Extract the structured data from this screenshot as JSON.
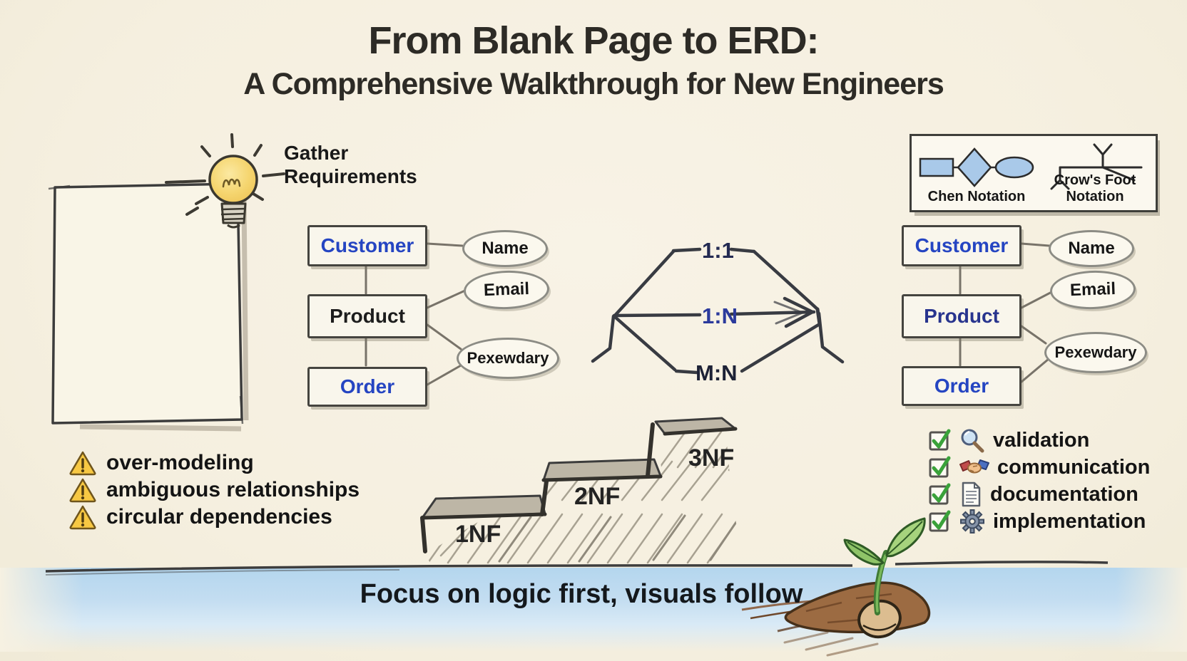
{
  "title": {
    "line1": "From Blank Page to ERD:",
    "line2": "A Comprehensive Walkthrough for New Engineers"
  },
  "steps": {
    "gather": "Gather\nRequirements"
  },
  "erd_left": {
    "entities": [
      {
        "label": "Customer"
      },
      {
        "label": "Product"
      },
      {
        "label": "Order"
      }
    ],
    "attributes": [
      {
        "label": "Name"
      },
      {
        "label": "Email"
      },
      {
        "label": "Pexewdary"
      }
    ]
  },
  "erd_right": {
    "entities": [
      {
        "label": "Customer"
      },
      {
        "label": "Product"
      },
      {
        "label": "Order"
      }
    ],
    "attributes": [
      {
        "label": "Name"
      },
      {
        "label": "Email"
      },
      {
        "label": "Pexewdary"
      }
    ]
  },
  "cardinalities": [
    {
      "label": "1:1"
    },
    {
      "label": "1:N"
    },
    {
      "label": "M:N"
    }
  ],
  "legend": {
    "chen_label": "Chen Notation",
    "crows_foot_label": "Crow's Foot Notation"
  },
  "pitfalls": [
    {
      "label": "over-modeling"
    },
    {
      "label": "ambiguous relationships"
    },
    {
      "label": "circular dependencies"
    }
  ],
  "normal_forms": [
    {
      "label": "1NF"
    },
    {
      "label": "2NF"
    },
    {
      "label": "3NF"
    }
  ],
  "checklist": [
    {
      "icon": "magnifier-icon",
      "label": "validation"
    },
    {
      "icon": "handshake-icon",
      "label": "communication"
    },
    {
      "icon": "document-icon",
      "label": "documentation"
    },
    {
      "icon": "gear-icon",
      "label": "implementation"
    }
  ],
  "footer": {
    "message": "Focus on logic first, visuals follow"
  },
  "colors": {
    "background": "#f6f1e2",
    "pencil": "#3c3c3c",
    "entity_text_blue": "#2545c2",
    "entity_text_dark": "#1d1d1d",
    "entity_text_navy": "#28348e",
    "cardinality_navy": "#2b3a9c",
    "cardinality_dark": "#1d2236",
    "band_blue": "#b4d6ee",
    "warning_yellow": "#f7c843",
    "check_green": "#3aa23a",
    "legend_shape_blue": "#a9c9e9",
    "bulb_yellow": "#f5d56f",
    "leaf_green": "#8fc468",
    "soil_brown": "#9c6b42"
  }
}
